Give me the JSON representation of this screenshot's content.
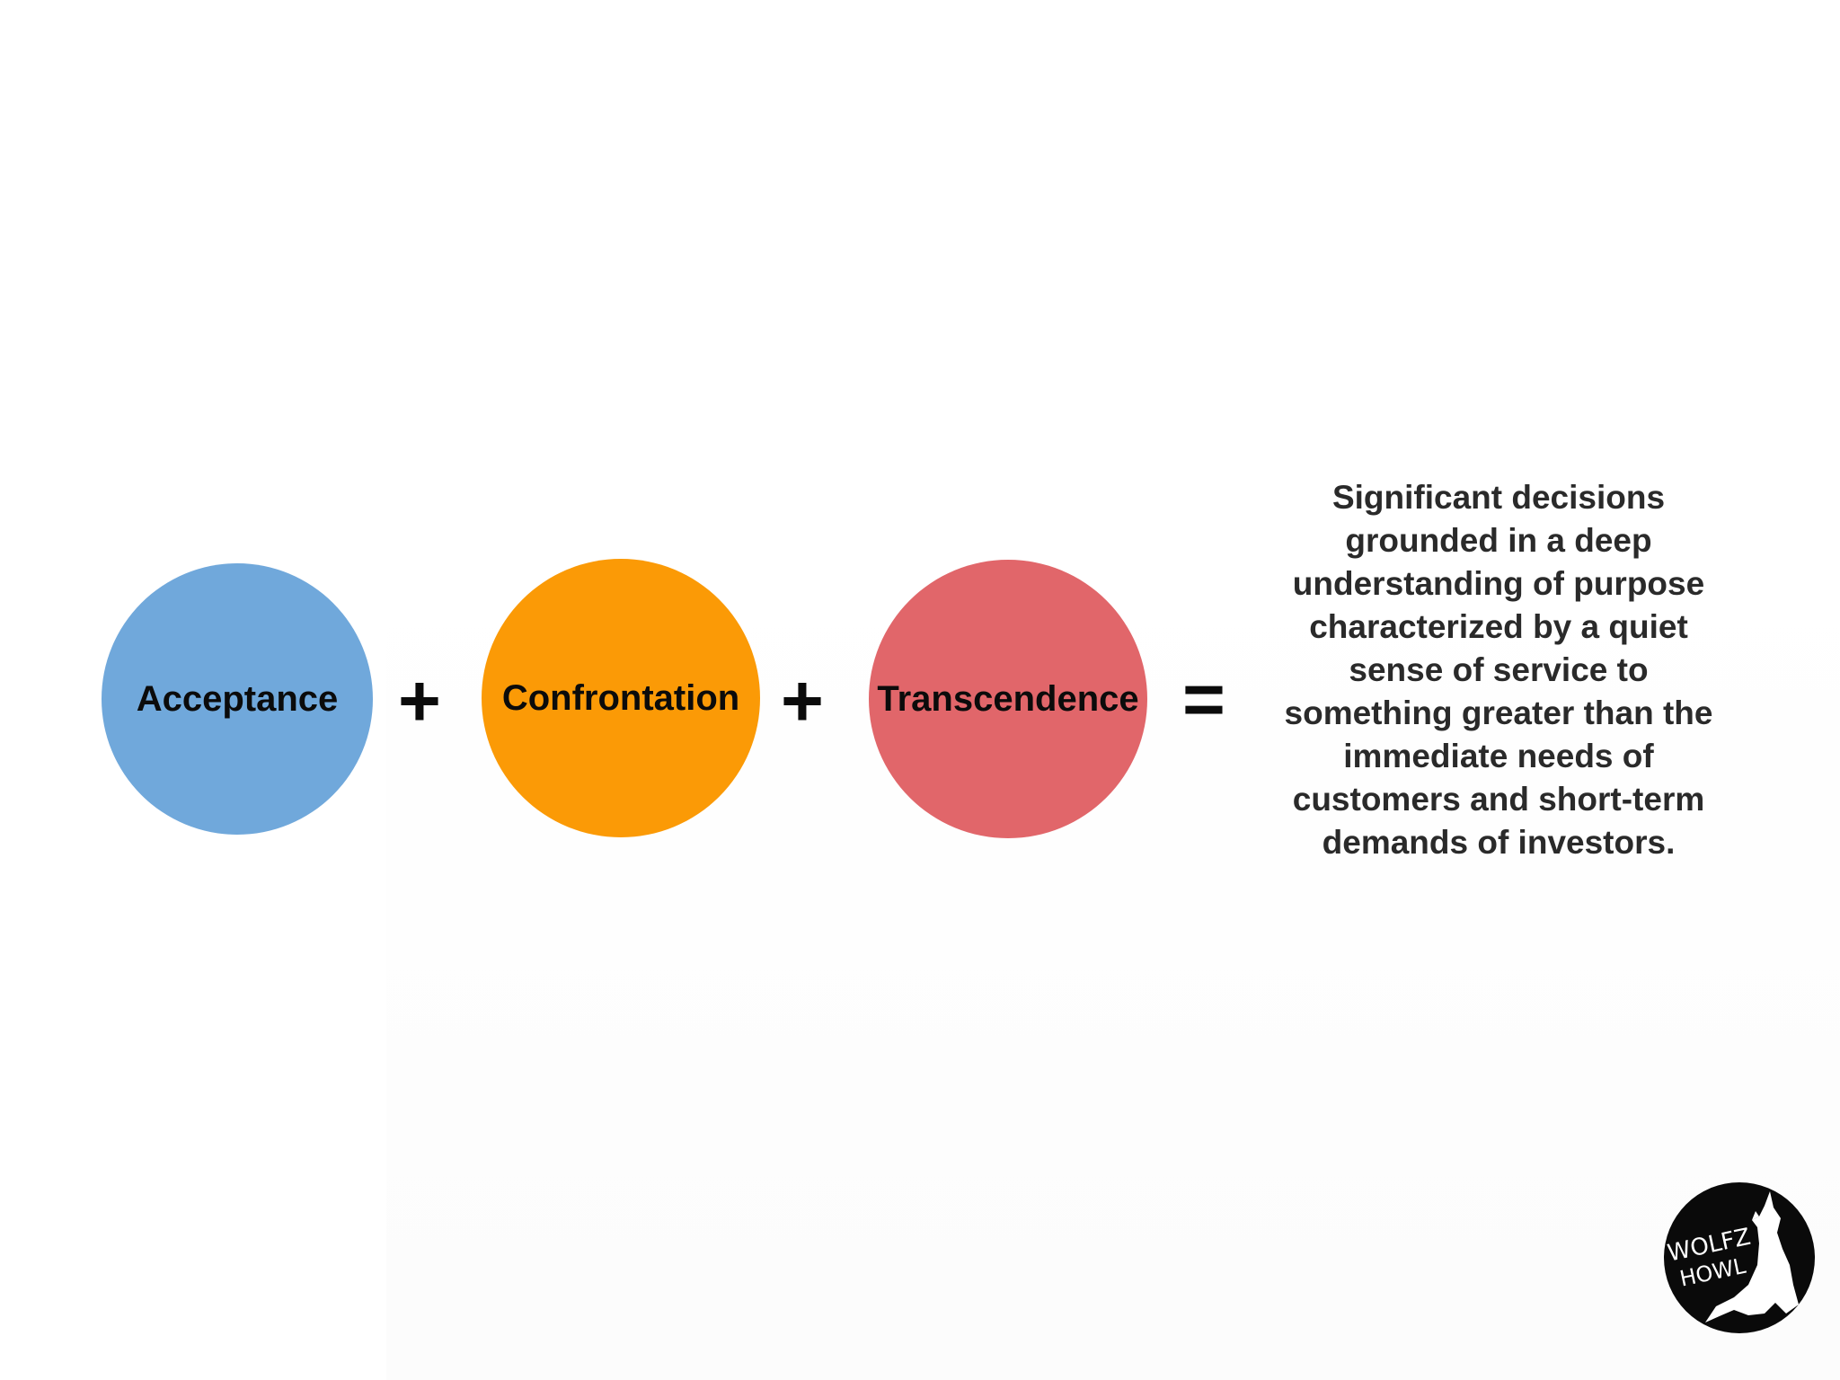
{
  "diagram": {
    "terms": [
      {
        "label": "Acceptance",
        "color": "#70a8db"
      },
      {
        "label": "Confrontation",
        "color": "#fb9a06"
      },
      {
        "label": "Transcendence",
        "color": "#e1666a"
      }
    ],
    "operators": [
      "+",
      "+",
      "="
    ],
    "result": "Significant decisions grounded in a deep understanding of purpose characterized by a quiet sense of service to something greater than the immediate needs of customers and short-term demands of investors."
  },
  "logo": {
    "text_line1": "WOLFZ",
    "text_line2": "HOWL",
    "icon": "howling-wolf-icon"
  }
}
